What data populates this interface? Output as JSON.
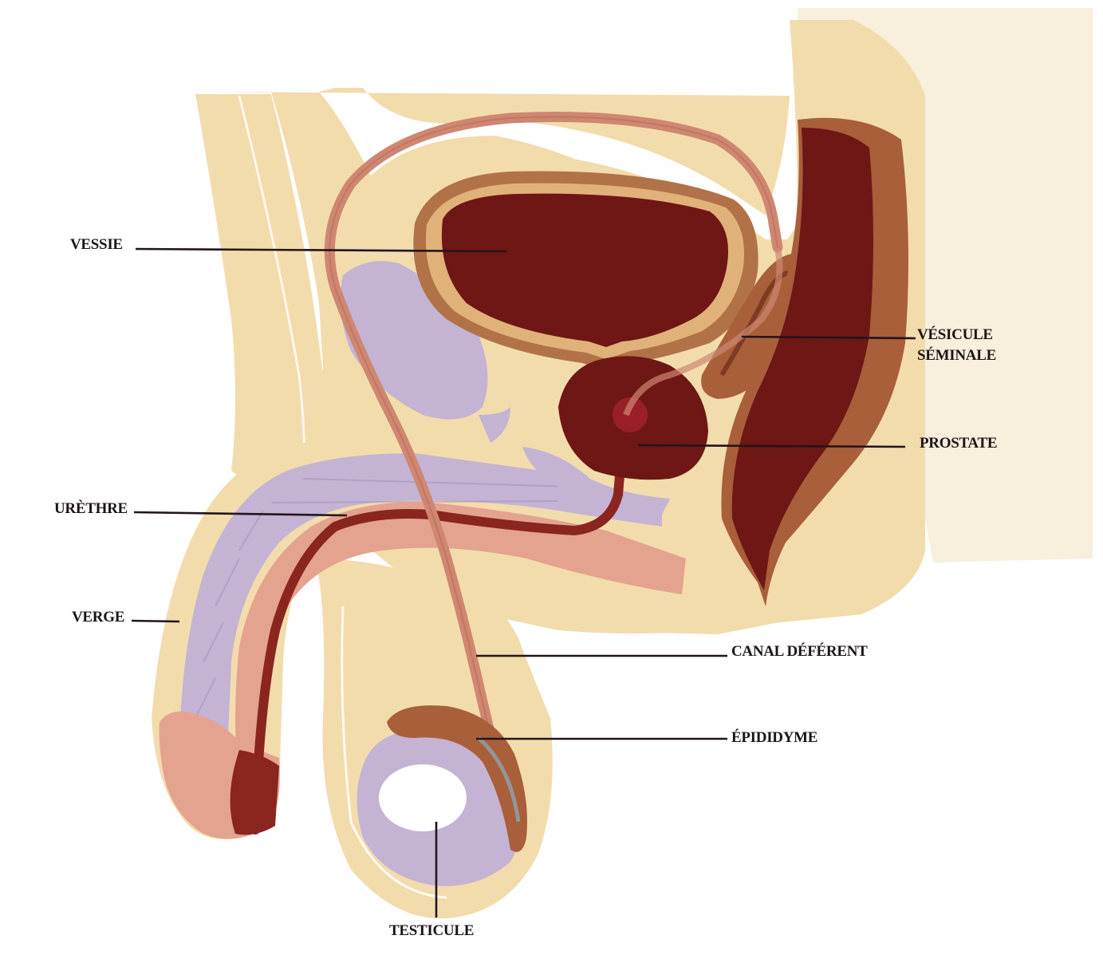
{
  "diagram": {
    "colors": {
      "background": "#ffffff",
      "skin": "#f2dcac",
      "dark_organ": "#6e1714",
      "bladder_wall": "#b27248",
      "rectum_outer": "#a85f3a",
      "duct_pink": "#cf8772",
      "bone_lavender": "#c4b3d3",
      "urethra_red": "#8a2520",
      "label_ink": "#1c1518"
    },
    "labels": {
      "vessie": "VESSIE",
      "vesicule_line1": "VÉSICULE",
      "vesicule_line2": "SÉMINALE",
      "prostate": "PROSTATE",
      "urethre": "URÈTHRE",
      "verge": "VERGE",
      "canal_deferent": "CANAL DÉFÉRENT",
      "epididyme": "ÉPIDIDYME",
      "testicule": "TESTICULE"
    }
  }
}
